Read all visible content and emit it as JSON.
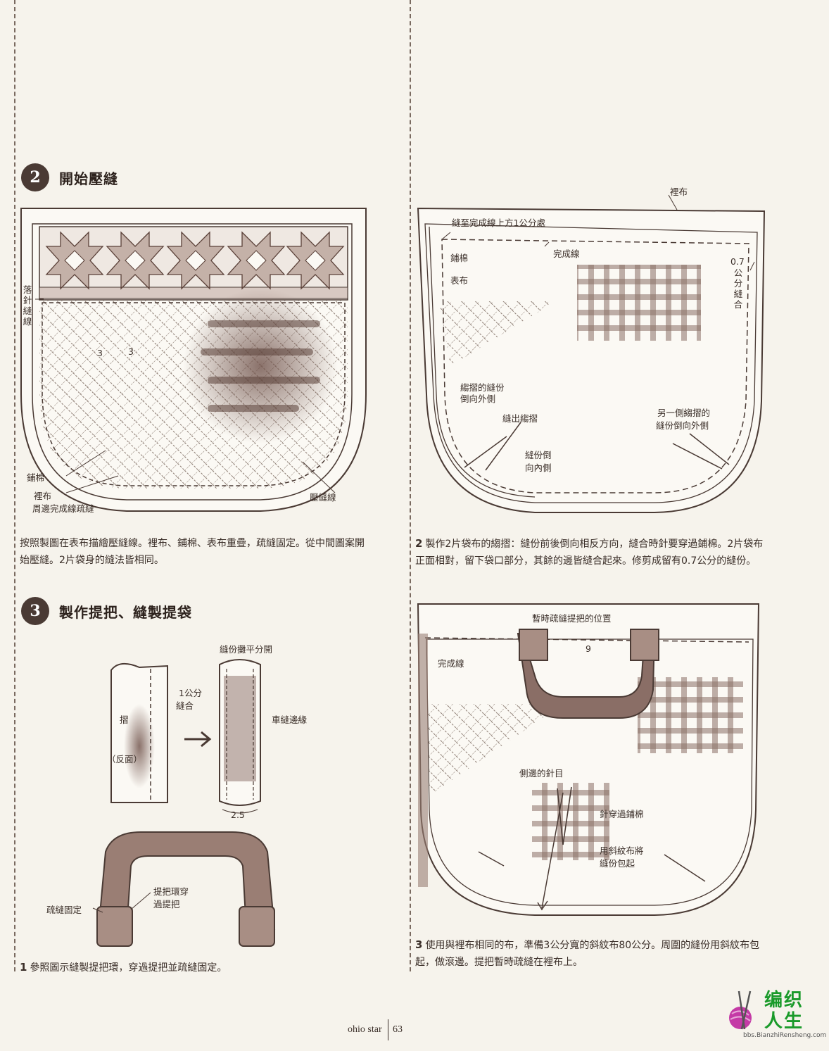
{
  "section2": {
    "num": "2",
    "title": "開始壓縫"
  },
  "section3": {
    "num": "3",
    "title": "製作提把、縫製提袋"
  },
  "fig1": {
    "vertical_label": "落針縫線",
    "dim_a": "3",
    "dim_b": "3",
    "label_batting": "鋪棉",
    "label_lining": "裡布",
    "label_baste": "周邊完成線疏縫",
    "label_quilt": "壓縫線"
  },
  "text_left1": "按照製圖在表布描繪壓縫線。裡布、鋪棉、表布重疊，疏縫固定。從中間圖案開始壓縫。2片袋身的縫法皆相同。",
  "fig2": {
    "label_lining": "裡布",
    "label_stitch_to": "縫至完成線上方1公分處",
    "label_finish": "完成線",
    "label_batting": "鋪棉",
    "label_outer": "表布",
    "label_allow_vertical": "公分縫合",
    "label_allow_num": "0.7",
    "label_pleat_allow": "縐摺的縫份",
    "label_pleat_allow2": "倒向外側",
    "label_make_pleat": "縫出縐摺",
    "label_allow_in": "縫份倒",
    "label_allow_in2": "向內側",
    "label_other_side": "另一側縐摺的",
    "label_other_side2": "縫份倒向外側"
  },
  "text_right1_num": "2",
  "text_right1": "製作2片袋布的縐摺：縫份前後倒向相反方向，縫合時針要穿過鋪棉。2片袋布正面相對，留下袋口部分，其餘的邊皆縫合起來。修剪成留有0.7公分的縫份。",
  "fig3": {
    "label_open": "縫份攤平分開",
    "label_one_cm": "1公分",
    "label_sew": "縫合",
    "label_fold": "摺",
    "label_reverse": "（反面）",
    "label_topstitch": "車縫邊緣",
    "dim_width": "2.5",
    "label_loop": "提把環穿",
    "label_loop2": "過提把",
    "label_baste": "疏縫固定"
  },
  "text_left2_num": "1",
  "text_left2": "參照圖示縫製提把環，穿過提把並疏縫固定。",
  "fig4": {
    "label_temp": "暫時疏縫提把的位置",
    "label_finish": "完成線",
    "dim_9": "9",
    "label_side": "側邊的針目",
    "label_needle": "針穿過鋪棉",
    "label_bias": "用斜紋布將",
    "label_bias2": "縫份包起"
  },
  "text_right2_num": "3",
  "text_right2": "使用與裡布相同的布，準備3公分寬的斜紋布80公分。周圍的縫份用斜紋布包起，做滾邊。提把暫時疏縫在裡布上。",
  "footer": {
    "book": "ohio star",
    "page": "63"
  },
  "logo": {
    "line1": "编织",
    "line2": "人生",
    "url": "bbs.BianzhiRensheng.com"
  },
  "colors": {
    "ink": "#4a3a34",
    "paper": "#f6f3ec",
    "logo_green": "#1a9a2a"
  }
}
